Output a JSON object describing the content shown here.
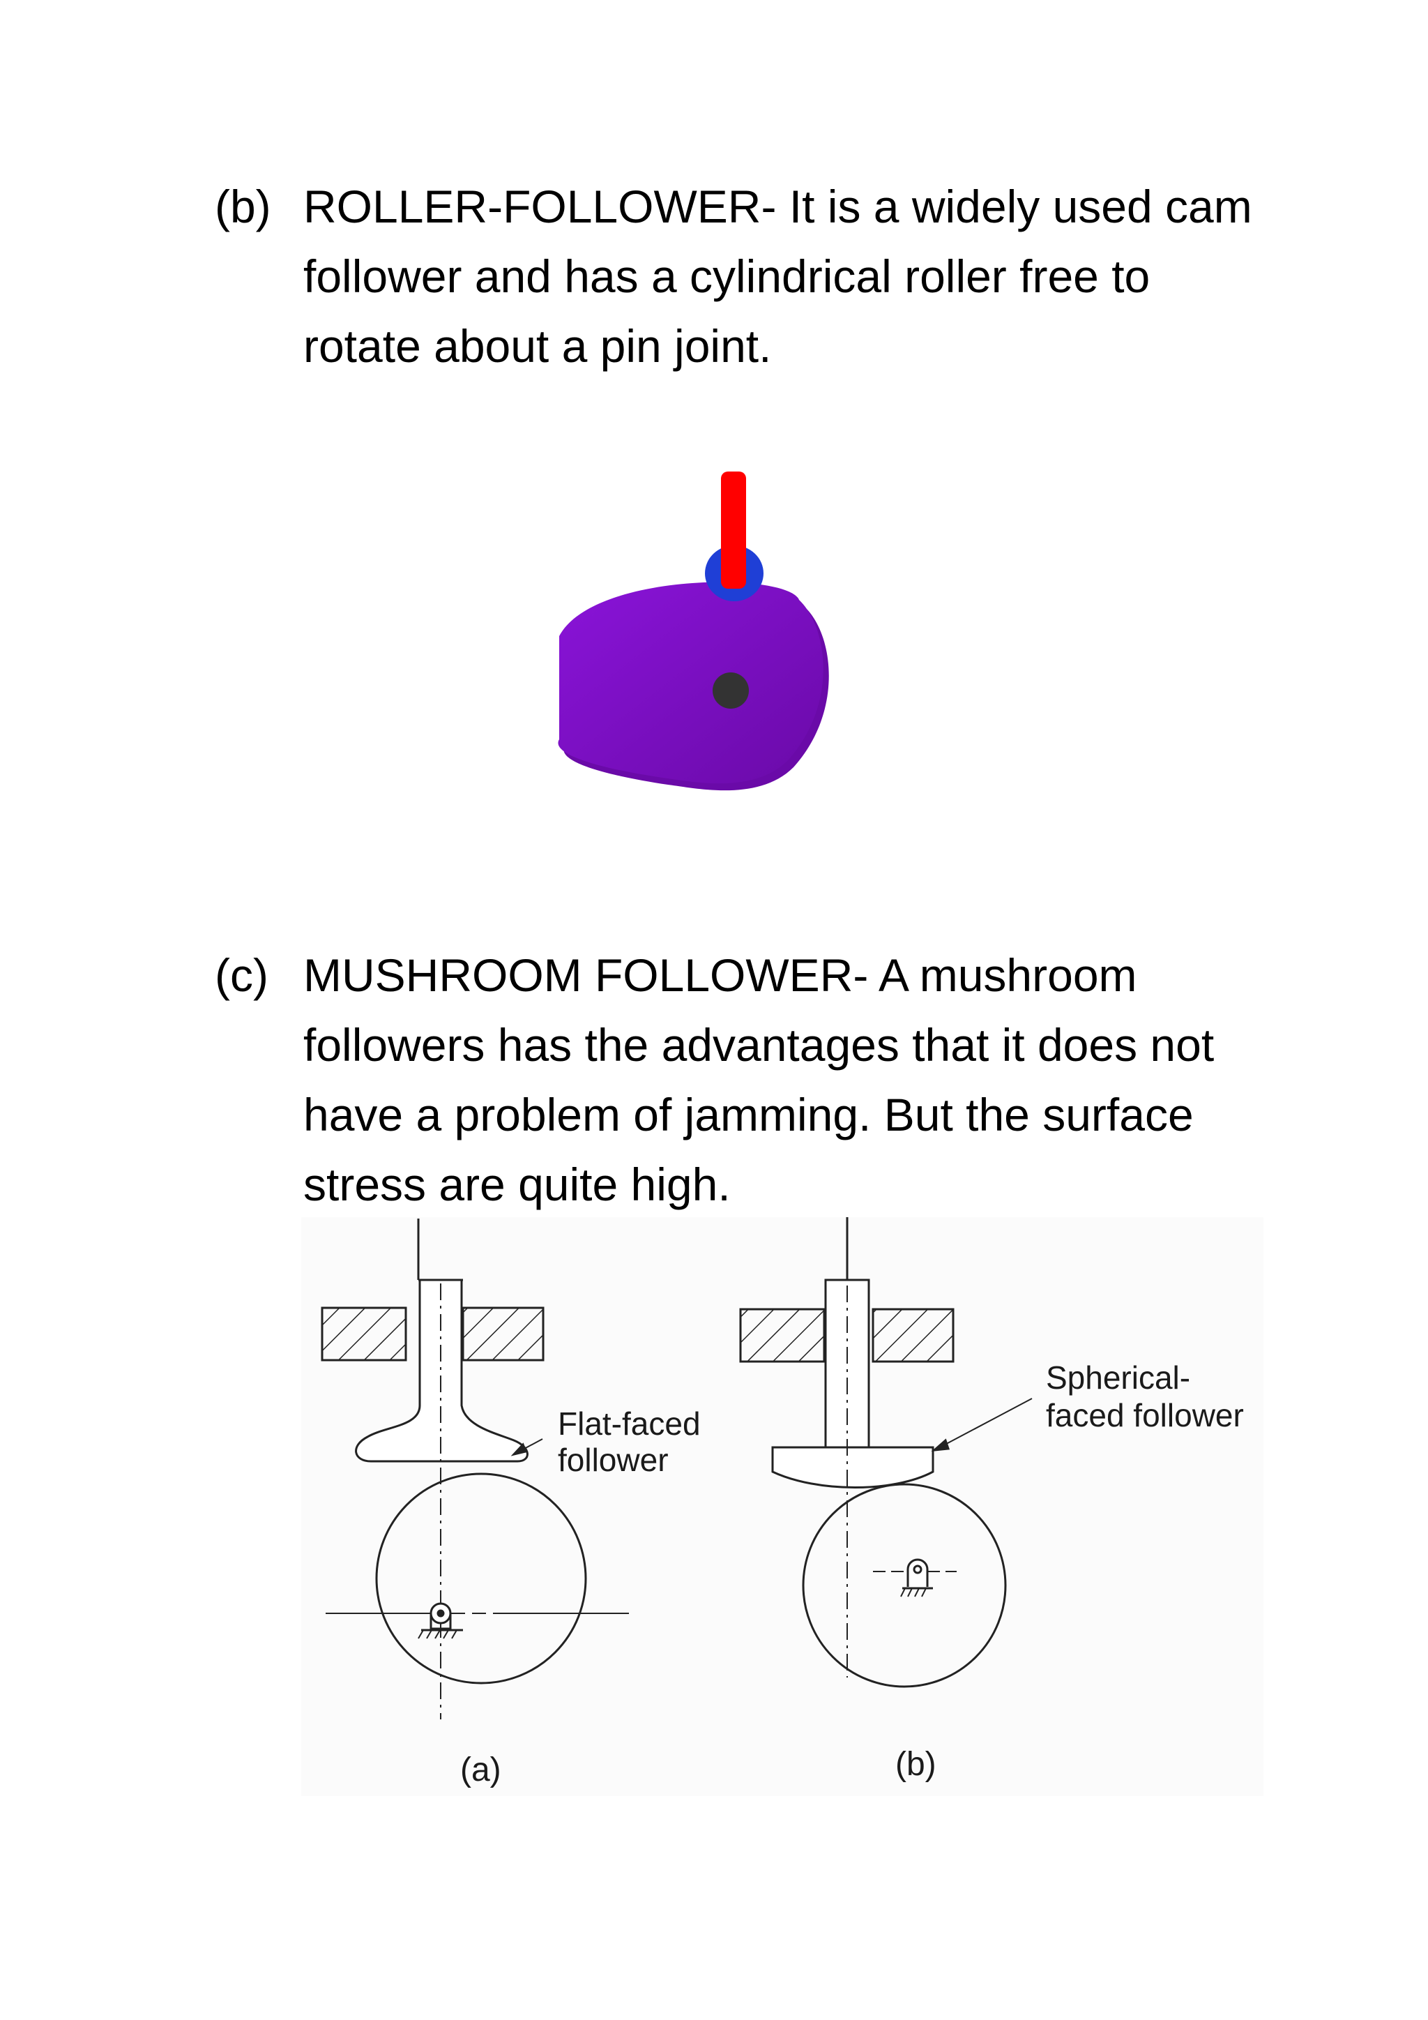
{
  "items": [
    {
      "marker": "(b)",
      "text": "ROLLER-FOLLOWER- It is a widely used cam follower and has a cylindrical roller free to rotate about a pin joint."
    },
    {
      "marker": "(c)",
      "text": "MUSHROOM FOLLOWER- A mushroom followers has the advantages that it does not have a problem of jamming. But the surface stress are quite high."
    }
  ],
  "roller_figure": {
    "colors": {
      "follower": "#ff0000",
      "roller": "#1f3fd6",
      "cam": "#8a14d9",
      "cam_side": "#6a0aa8",
      "pin": "#333333"
    }
  },
  "mushroom_figure": {
    "label_flat": [
      "Flat-faced",
      "follower"
    ],
    "label_spherical": [
      "Spherical-",
      "faced follower"
    ],
    "caption_a": "(a)",
    "caption_b": "(b)"
  }
}
